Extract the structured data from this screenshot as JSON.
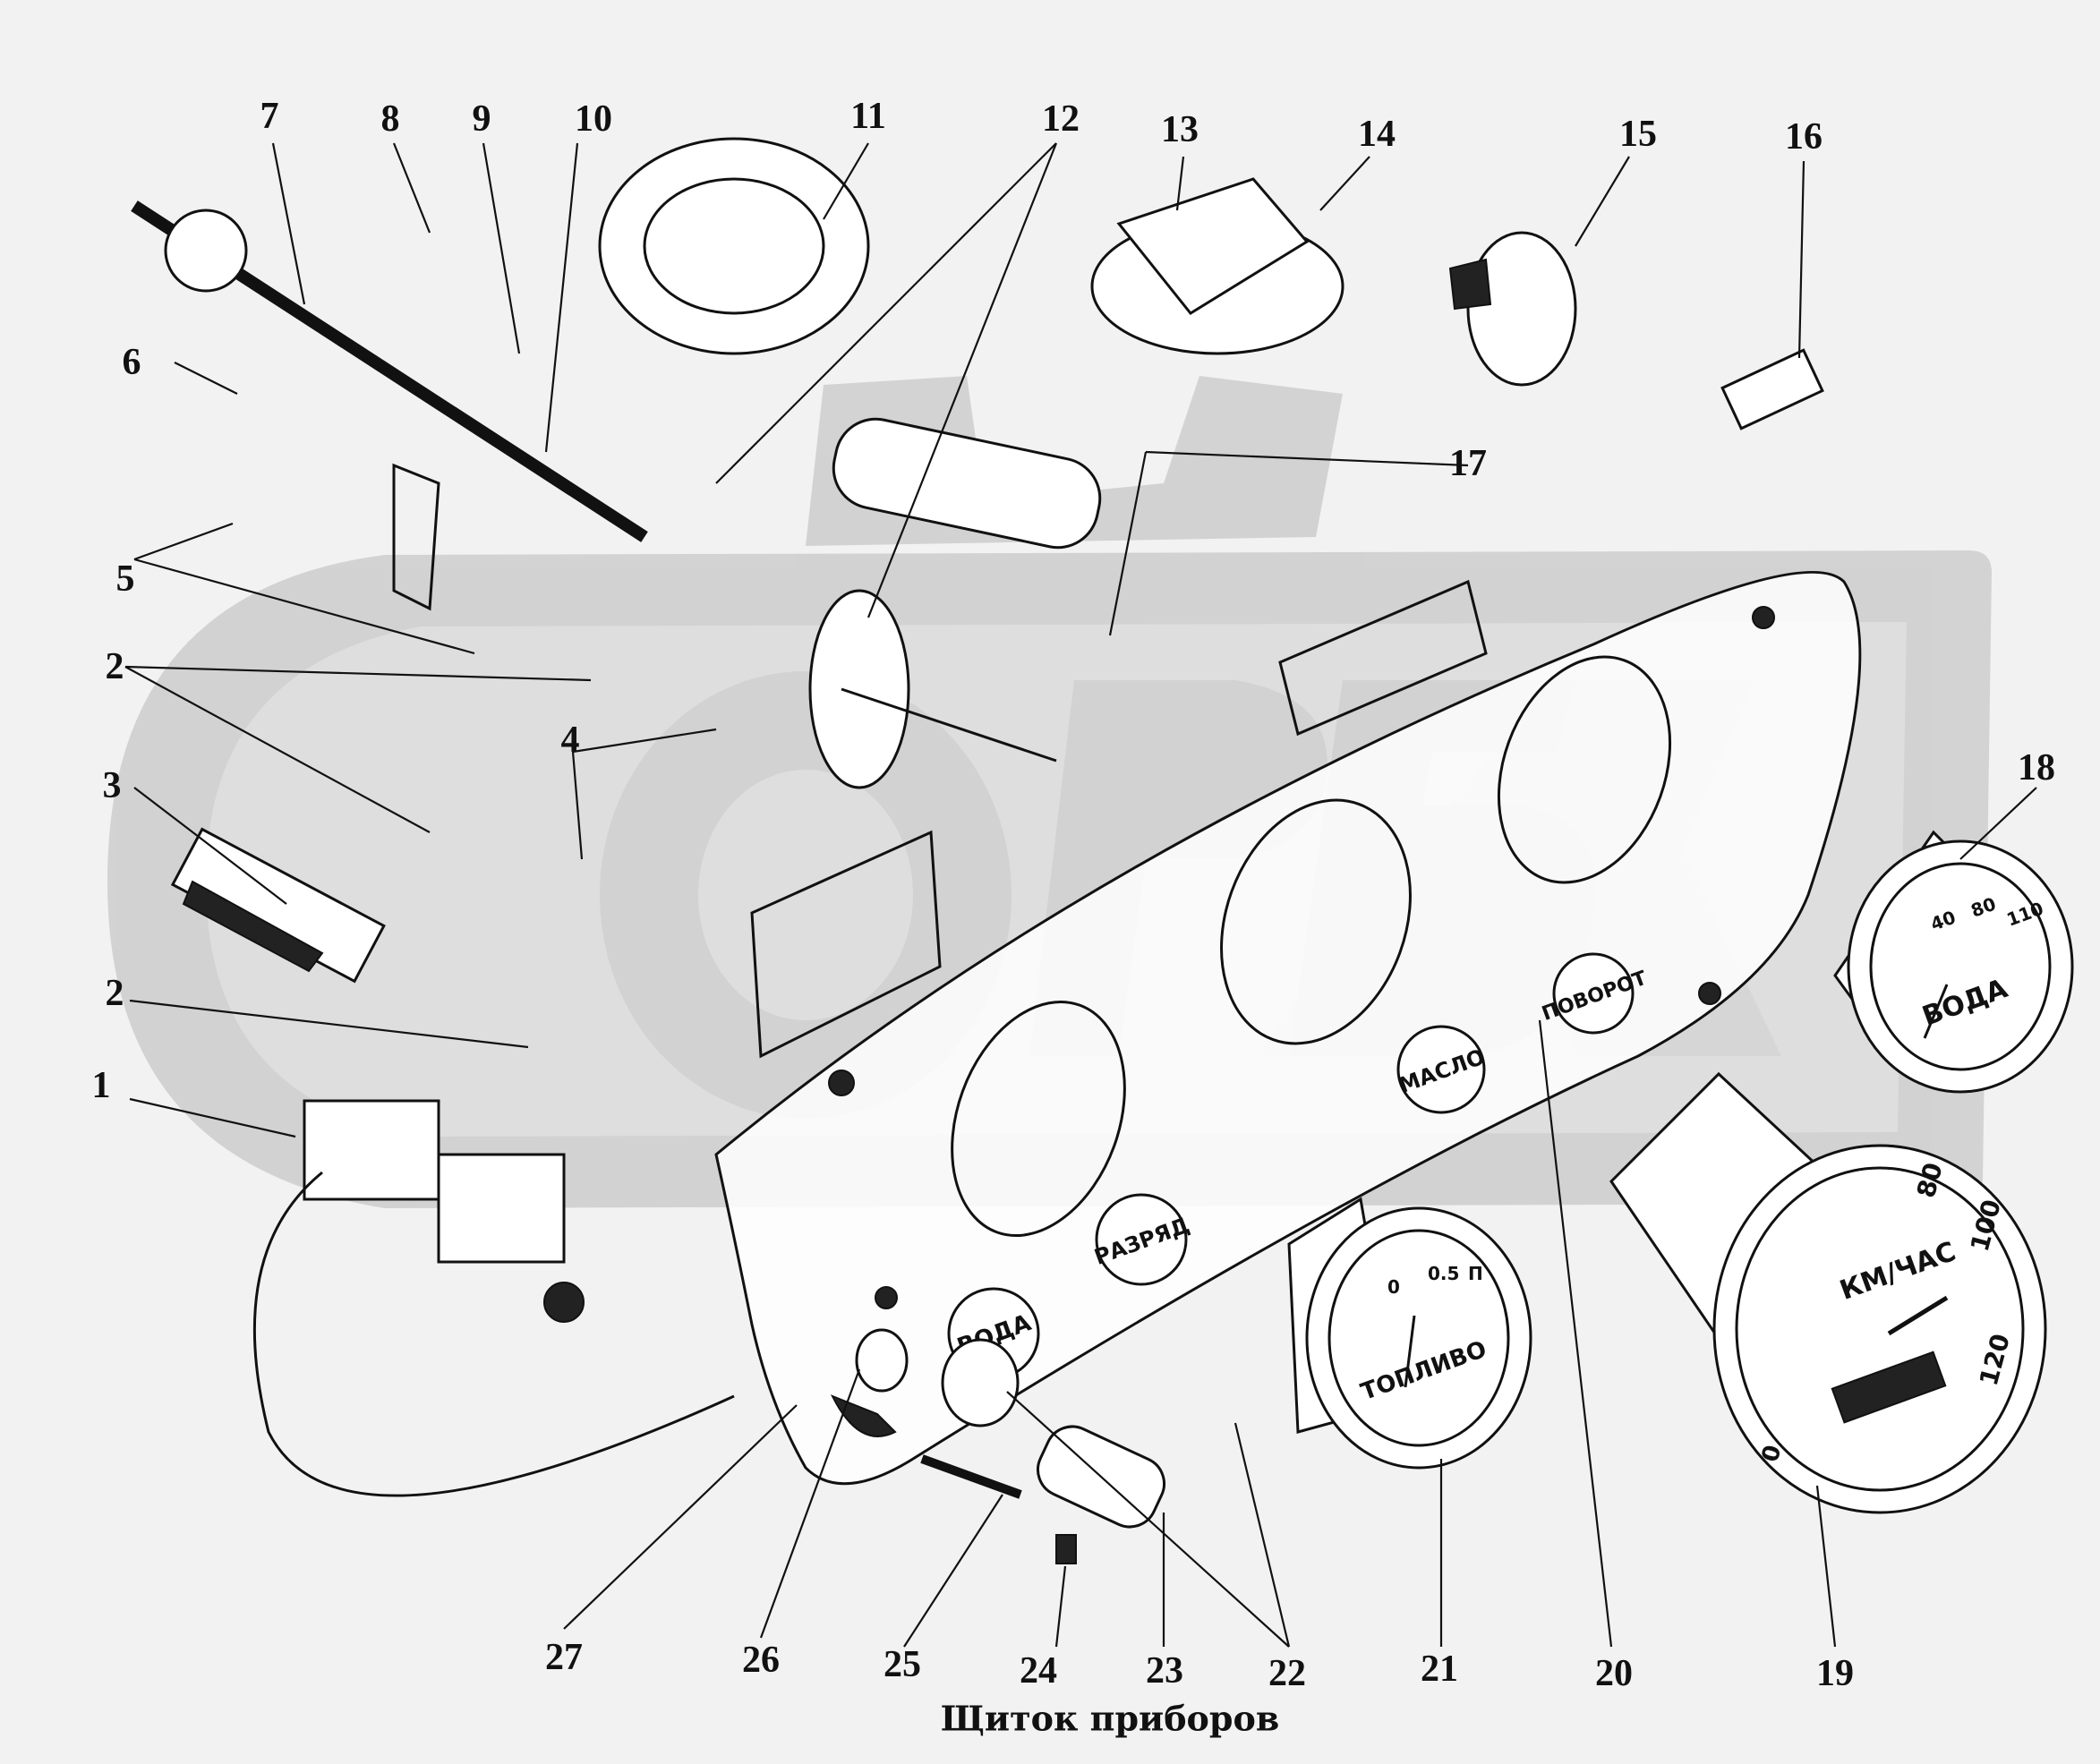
{
  "diagram": {
    "caption": "Щиток приборов",
    "callouts": [
      {
        "id": "1",
        "label": "1"
      },
      {
        "id": "2a",
        "label": "2"
      },
      {
        "id": "2b",
        "label": "2"
      },
      {
        "id": "3",
        "label": "3"
      },
      {
        "id": "4",
        "label": "4"
      },
      {
        "id": "5",
        "label": "5"
      },
      {
        "id": "6",
        "label": "6"
      },
      {
        "id": "7",
        "label": "7"
      },
      {
        "id": "8",
        "label": "8"
      },
      {
        "id": "9",
        "label": "9"
      },
      {
        "id": "10",
        "label": "10"
      },
      {
        "id": "11",
        "label": "11"
      },
      {
        "id": "12",
        "label": "12"
      },
      {
        "id": "13",
        "label": "13"
      },
      {
        "id": "14",
        "label": "14"
      },
      {
        "id": "15",
        "label": "15"
      },
      {
        "id": "16",
        "label": "16"
      },
      {
        "id": "17",
        "label": "17"
      },
      {
        "id": "18",
        "label": "18"
      },
      {
        "id": "19",
        "label": "19"
      },
      {
        "id": "20",
        "label": "20"
      },
      {
        "id": "21",
        "label": "21"
      },
      {
        "id": "22",
        "label": "22"
      },
      {
        "id": "23",
        "label": "23"
      },
      {
        "id": "24",
        "label": "24"
      },
      {
        "id": "25",
        "label": "25"
      },
      {
        "id": "26",
        "label": "26"
      },
      {
        "id": "27",
        "label": "27"
      }
    ],
    "indicator_lamps": [
      {
        "id": "povorot",
        "label": "ПОВОРОТ"
      },
      {
        "id": "maslo",
        "label": "МАСЛО"
      },
      {
        "id": "razryad",
        "label": "РАЗРЯД"
      },
      {
        "id": "voda",
        "label": "ВОДА"
      }
    ],
    "gauges": {
      "water_temp": {
        "label": "ВОДА",
        "scale": [
          "40",
          "80",
          "110"
        ]
      },
      "fuel": {
        "label": "ТОПЛИВО",
        "scale": [
          "0",
          "0.5",
          "П"
        ]
      },
      "speedometer": {
        "unit": "КМ/ЧАС",
        "scale": [
          "0",
          "80",
          "100",
          "120"
        ]
      }
    }
  }
}
